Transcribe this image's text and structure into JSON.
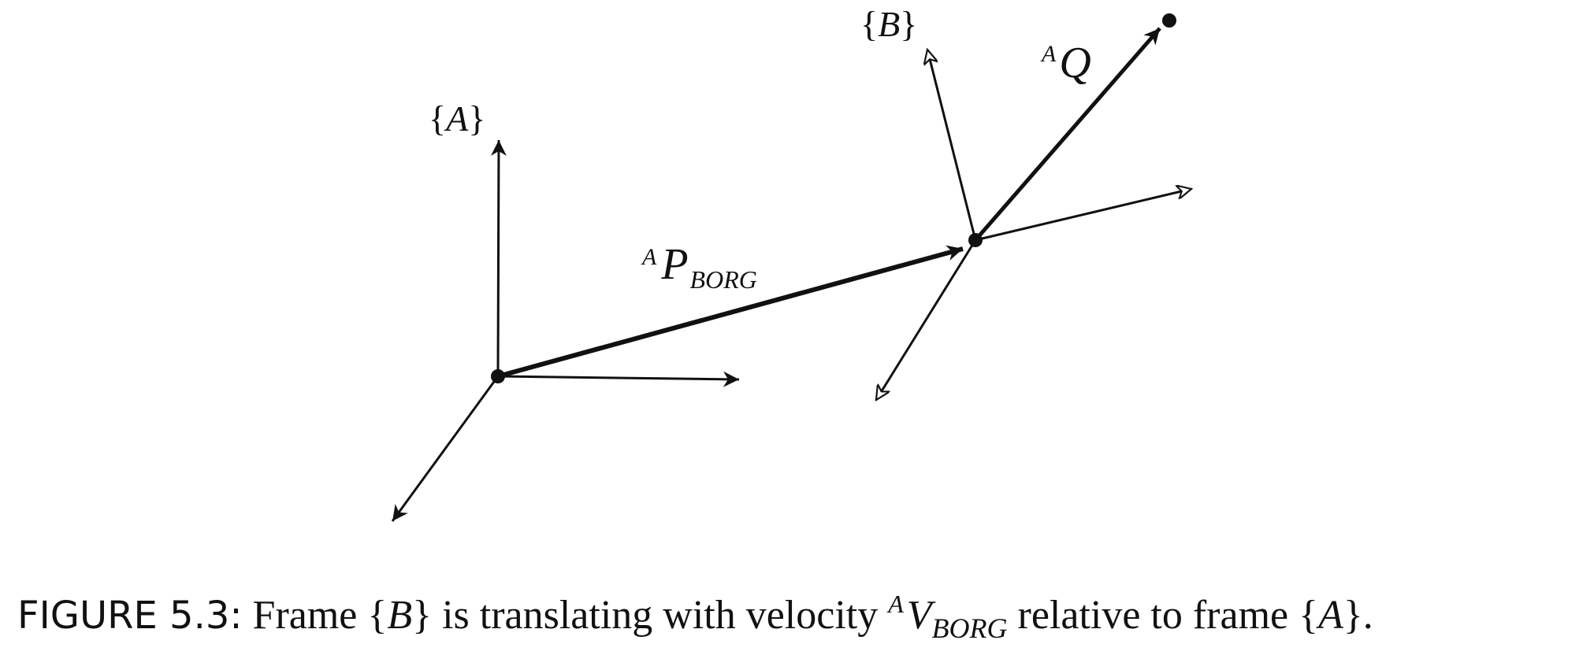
{
  "frame_a": {
    "label_open": "{",
    "label_symbol": "A",
    "label_close": "}"
  },
  "frame_b": {
    "label_open": "{",
    "label_symbol": "B",
    "label_close": "}"
  },
  "vector_p": {
    "superscript": "A",
    "symbol": "P",
    "subscript": "BORG"
  },
  "vector_q": {
    "superscript": "A",
    "symbol": "Q"
  },
  "caption": {
    "figure_label": "FIGURE 5.3:",
    "text_before_b": " Frame {",
    "b_symbol": "B",
    "text_after_b": "} is translating with velocity ",
    "v_superscript": "A",
    "v_symbol": "V",
    "v_subscript": "BORG",
    "text_after_v": " relative to frame {",
    "a_symbol": "A",
    "text_end": "}."
  }
}
